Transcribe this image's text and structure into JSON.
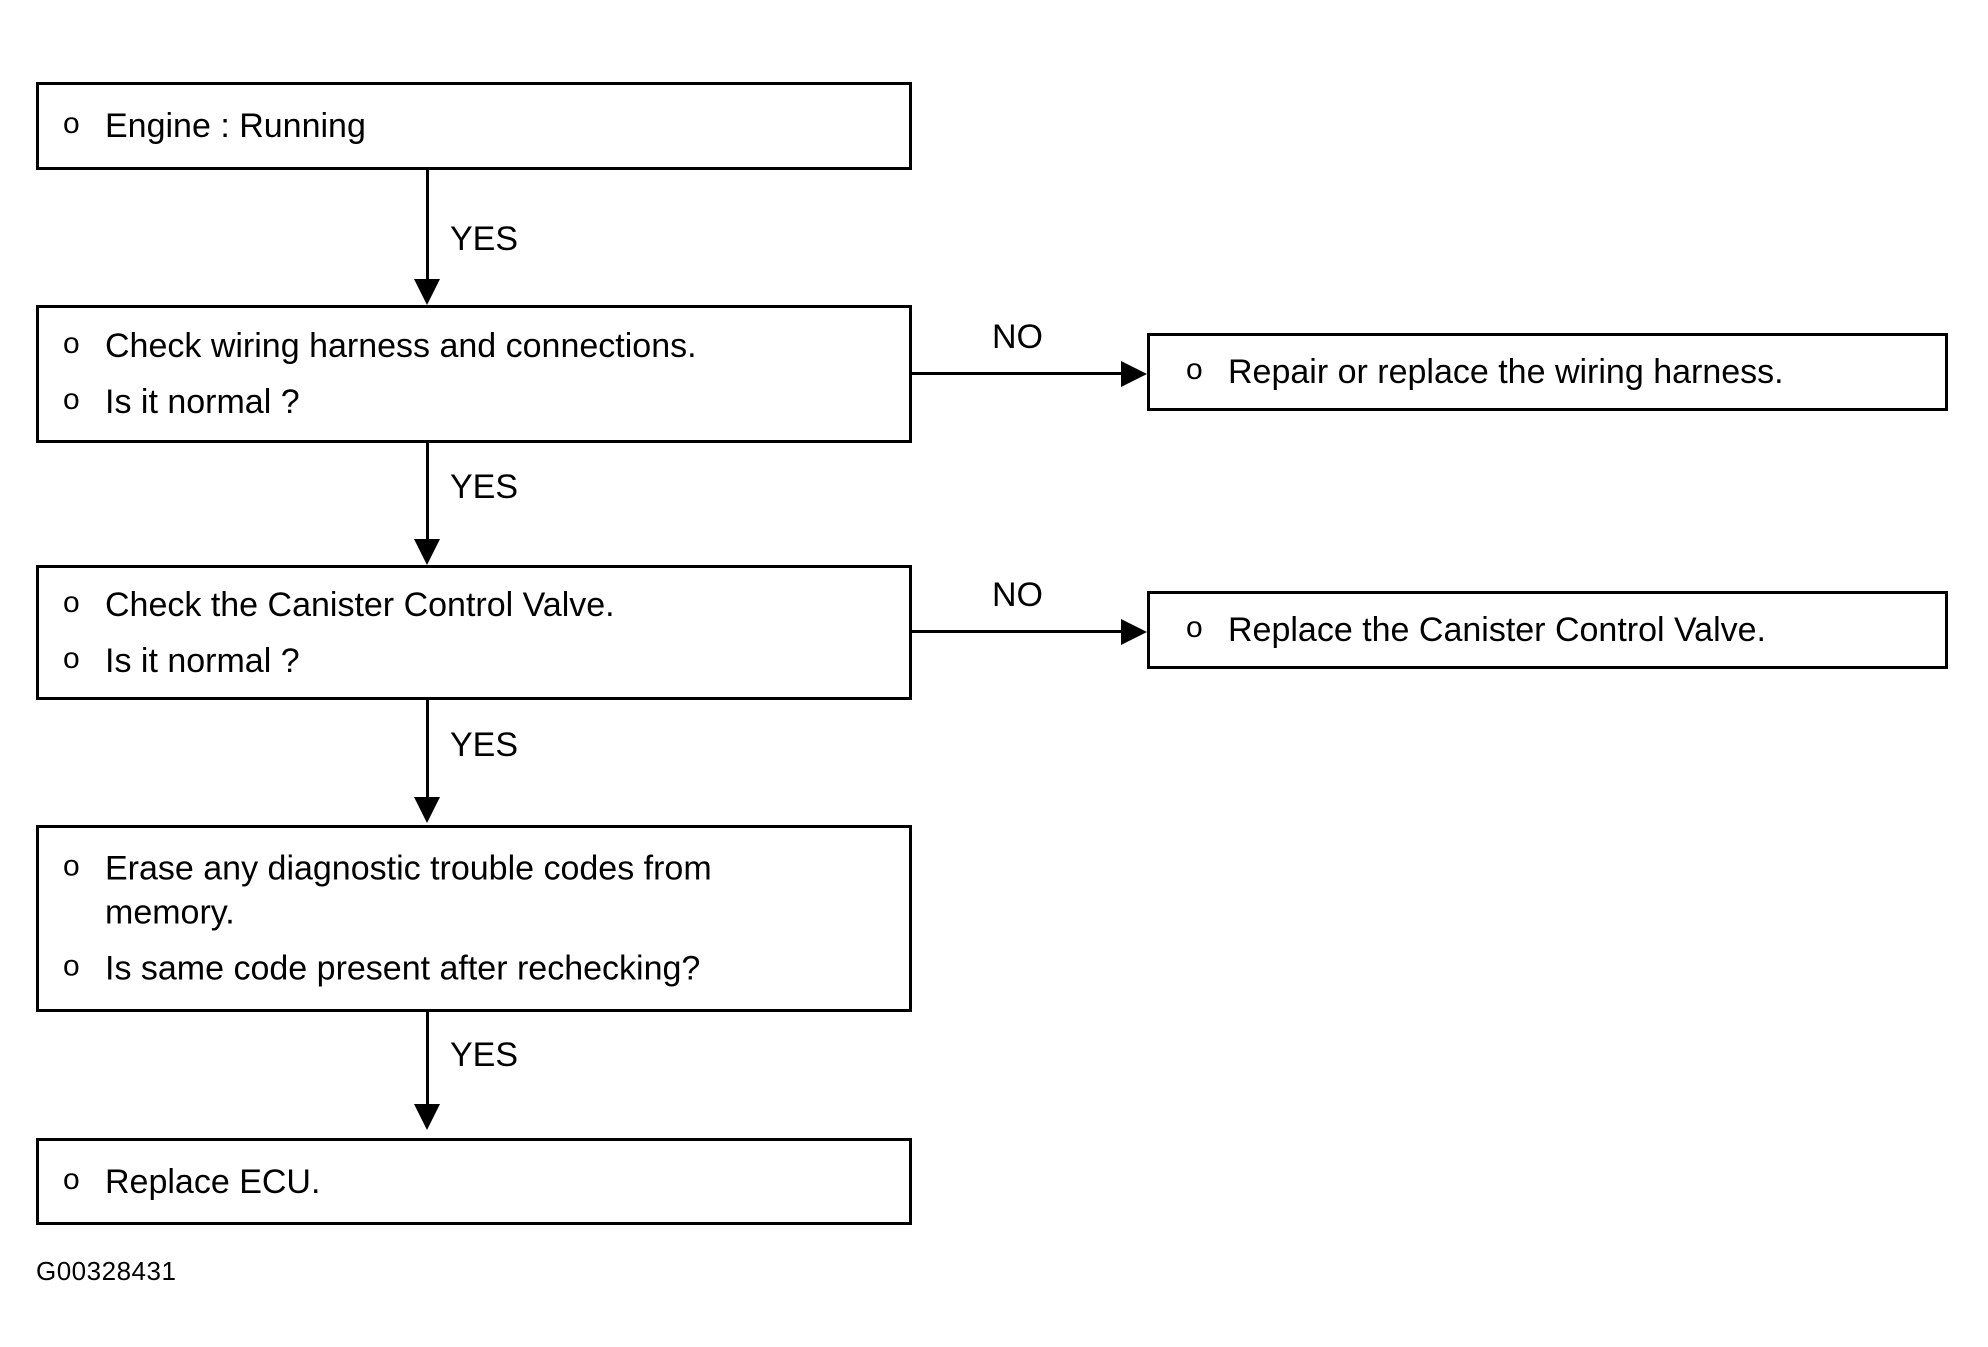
{
  "diagram": {
    "title": "Canister Control Valve diagnostic flowchart",
    "caption": "G00328431",
    "bullet_glyph": "o",
    "line_color": "#000000",
    "background_color": "#ffffff",
    "nodes": [
      {
        "id": "engine-running",
        "lines": [
          "Engine : Running"
        ]
      },
      {
        "id": "check-wiring-harness",
        "lines": [
          "Check wiring harness and connections.",
          "Is it normal ?"
        ]
      },
      {
        "id": "repair-wiring-harness",
        "lines": [
          "Repair or replace the wiring harness."
        ]
      },
      {
        "id": "check-canister-control-valve",
        "lines": [
          "Check the Canister Control Valve.",
          "Is it normal ?"
        ]
      },
      {
        "id": "replace-canister-control-valve",
        "lines": [
          "Replace the Canister Control Valve."
        ]
      },
      {
        "id": "erase-diagnostic-codes",
        "lines": [
          "Erase any diagnostic trouble codes from\nmemory.",
          "Is same code present after rechecking?"
        ]
      },
      {
        "id": "replace-ecu",
        "lines": [
          "Replace ECU."
        ]
      }
    ],
    "edges": [
      {
        "id": "engine-to-wiring",
        "label": "YES",
        "direction": "down"
      },
      {
        "id": "wiring-to-repair",
        "label": "NO",
        "direction": "right"
      },
      {
        "id": "wiring-to-canister",
        "label": "YES",
        "direction": "down"
      },
      {
        "id": "canister-to-replace",
        "label": "NO",
        "direction": "right"
      },
      {
        "id": "canister-to-erase",
        "label": "YES",
        "direction": "down"
      },
      {
        "id": "erase-to-ecu",
        "label": "YES",
        "direction": "down"
      }
    ]
  }
}
